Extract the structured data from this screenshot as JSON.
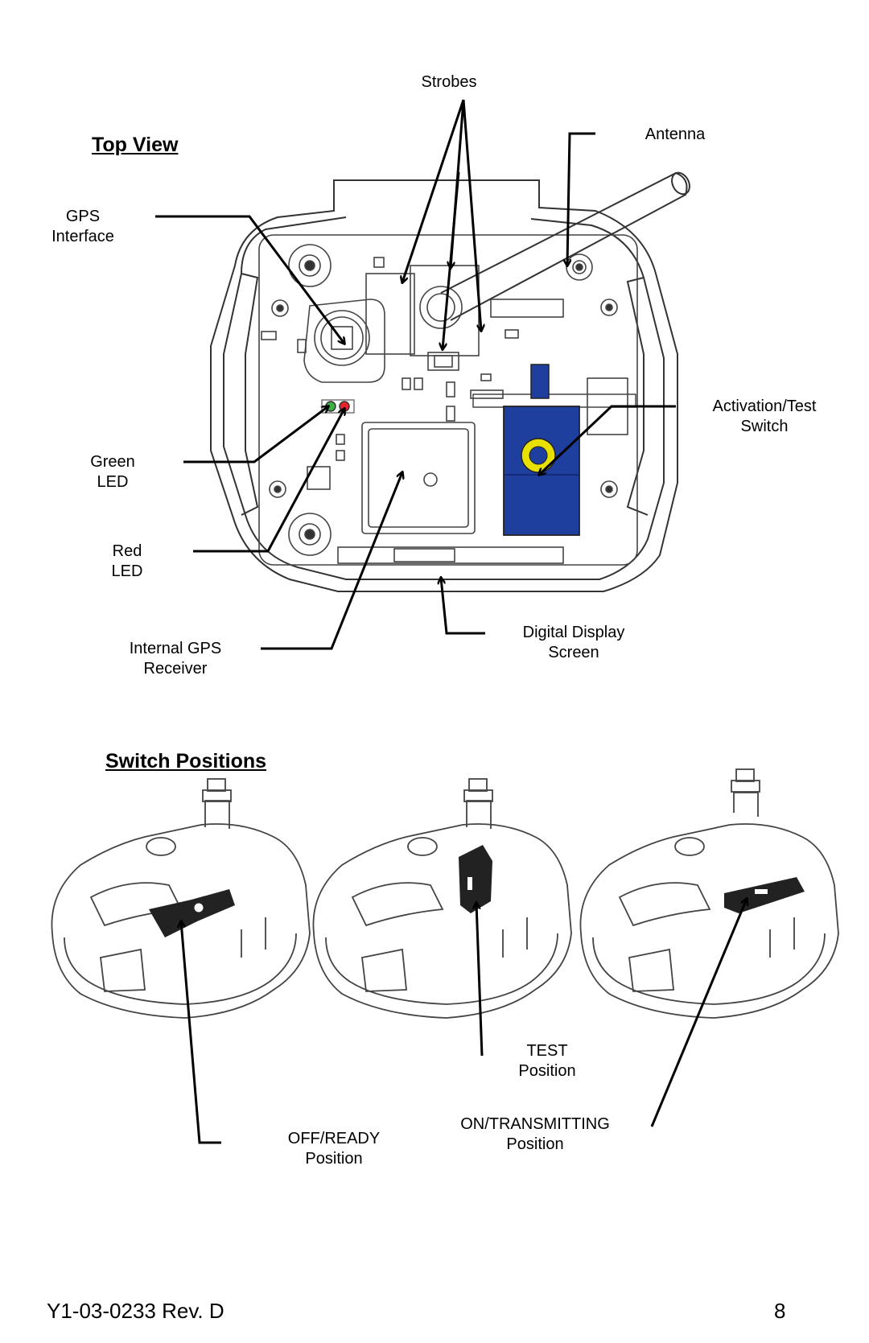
{
  "top_view": {
    "heading": "Top View",
    "labels": {
      "strobes": "Strobes",
      "antenna": "Antenna",
      "gps_interface": [
        "GPS",
        "Interface"
      ],
      "activation_switch": [
        "Activation/Test",
        "Switch"
      ],
      "green_led": [
        "Green",
        "LED"
      ],
      "red_led": [
        "Red",
        "LED"
      ],
      "internal_gps": [
        "Internal GPS",
        "Receiver"
      ],
      "display_screen": [
        "Digital Display",
        "Screen"
      ]
    }
  },
  "switch_positions": {
    "heading": "Switch Positions",
    "labels": {
      "test": [
        "TEST",
        "Position"
      ],
      "off_ready": [
        "OFF/READY",
        "Position"
      ],
      "on_transmitting": [
        "ON/TRANSMITTING",
        "Position"
      ]
    }
  },
  "footer": {
    "doc_id": "Y1-03-0233 Rev. D",
    "page_number": "8"
  },
  "colors": {
    "switch_blue": "#1f3f9e",
    "switch_ring": "#e8e000",
    "green_led": "#3cb043",
    "red_led": "#e8202a",
    "switch_black": "#222222"
  }
}
